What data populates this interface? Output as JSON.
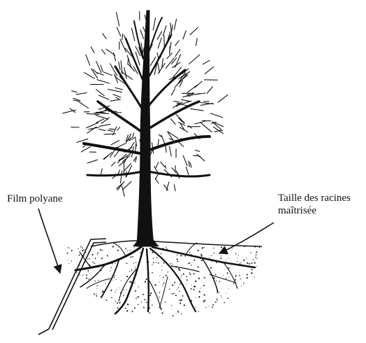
{
  "labels": {
    "film": "Film polyane",
    "roots_line1": "Taille des racines",
    "roots_line2": "maîtrisée"
  },
  "colors": {
    "ink": "#111111",
    "background": "#ffffff"
  },
  "icons": [
    "tree-icon",
    "roots-icon",
    "soil-icon",
    "polyane-film-icon",
    "arrow-icon"
  ]
}
